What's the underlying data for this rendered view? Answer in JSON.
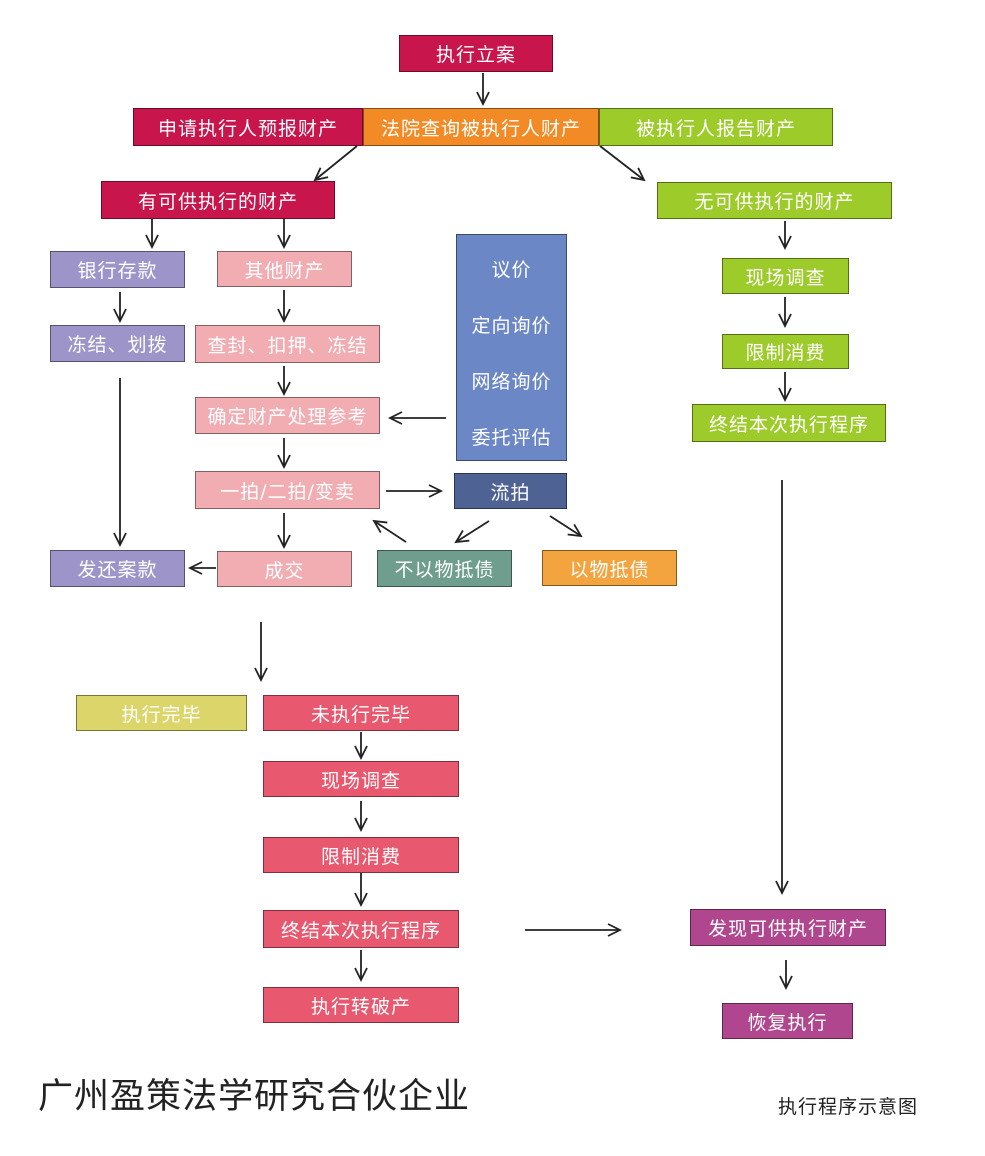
{
  "start": "执行立案",
  "sources": {
    "applicant_report": "申请执行人预报财产",
    "court_query": "法院查询被执行人财产",
    "debtor_report": "被执行人报告财产"
  },
  "has_property": "有可供执行的财产",
  "no_property": "无可供执行的财产",
  "bank": {
    "deposit": "银行存款",
    "freeze_transfer": "冻结、划拨",
    "return_funds": "发还案款"
  },
  "other": {
    "other_property": "其他财产",
    "seal_seize_freeze": "查封、扣押、冻结",
    "disposal_reference": "确定财产处理参考",
    "auction": "一拍/二拍/变卖",
    "deal": "成交"
  },
  "pricing": {
    "negotiate": "议价",
    "directed_inquiry": "定向询价",
    "online_inquiry": "网络询价",
    "entrusted_appraisal": "委托评估"
  },
  "failed_auction": {
    "label": "流拍",
    "not_in_kind": "不以物抵债",
    "in_kind": "以物抵债"
  },
  "no_property_branch": {
    "site_investigation": "现场调查",
    "consumption_limit": "限制消费",
    "terminate": "终结本次执行程序"
  },
  "after_deal": {
    "completed": "执行完毕",
    "not_completed": "未执行完毕",
    "site_investigation": "现场调查",
    "consumption_limit": "限制消费",
    "terminate": "终结本次执行程序",
    "to_bankruptcy": "执行转破产"
  },
  "resume": {
    "found_property": "发现可供执行财产",
    "resume_execution": "恢复执行"
  },
  "footer": {
    "company": "广州盈策法学研究合伙企业",
    "caption": "执行程序示意图"
  },
  "colors": {
    "crimson": "#c8154c",
    "orange": "#f28b25",
    "lime": "#9ccb2a",
    "lilac": "#9d95c9",
    "pink": "#f2adb3",
    "blue": "#6c87c6",
    "navy": "#4e6393",
    "teal": "#6f9e8f",
    "light_orange": "#f3a43f",
    "khaki": "#dcd66a",
    "red": "#e8586e",
    "plum": "#b0478e"
  }
}
